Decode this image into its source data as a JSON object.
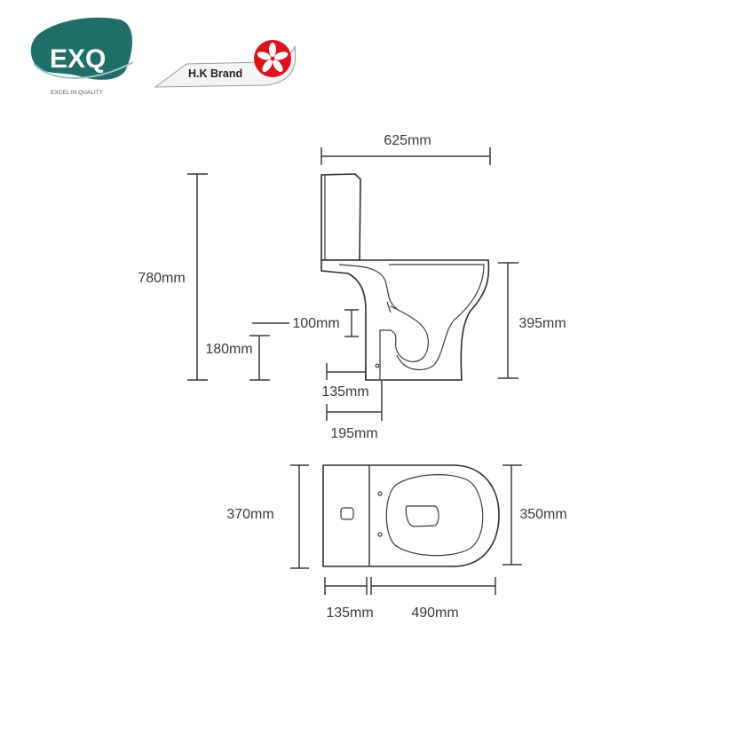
{
  "brand": {
    "logo_text": "EXQ",
    "tagline": "EXCEL IN QUALITY",
    "hk_label": "H.K Brand",
    "accent": "#1f6e6a",
    "flag_red": "#d8141c"
  },
  "side_view": {
    "width_label": "625mm",
    "total_height_label": "780mm",
    "bowl_height_label": "395mm",
    "outlet_height_label": "180mm",
    "outlet_size_label": "100mm",
    "outlet_offset_label": "135mm",
    "outlet_depth_label": "195mm"
  },
  "top_view": {
    "left_width_label": "370mm",
    "right_width_label": "350mm",
    "tank_depth_label": "135mm",
    "bowl_length_label": "490mm"
  }
}
